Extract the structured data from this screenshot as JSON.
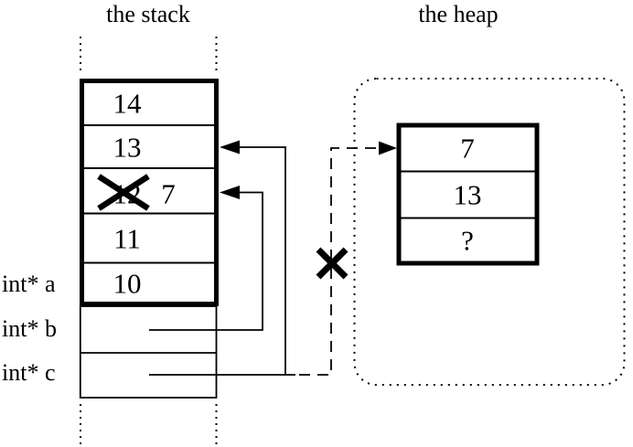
{
  "stack_section": {
    "title": "the stack",
    "frame_cells": [
      {
        "value": "14"
      },
      {
        "value": "13"
      },
      {
        "old_value": "12",
        "new_value": "7"
      },
      {
        "value": "11"
      },
      {
        "value": "10"
      }
    ],
    "variables": [
      {
        "label": "int* a"
      },
      {
        "label": "int* b"
      },
      {
        "label": "int* c"
      }
    ]
  },
  "heap_section": {
    "title": "the heap",
    "object_cells": [
      {
        "value": "7"
      },
      {
        "value": "13"
      },
      {
        "value": "?"
      }
    ]
  },
  "colors": {
    "ink": "#000000",
    "background": "#ffffff"
  }
}
